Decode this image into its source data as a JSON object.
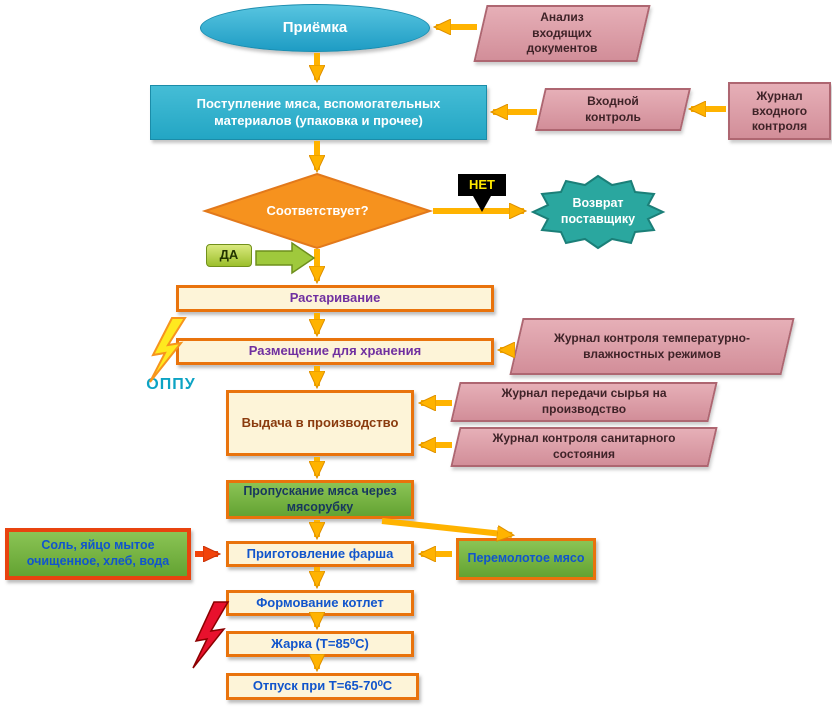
{
  "colors": {
    "accent_orange_border": "#E9730C",
    "arrow_yellow": "#FFB300",
    "arrow_red": "#F2430B",
    "node_cyan": "#23A6C4",
    "node_pink": "#D99BA5",
    "node_green": "#76B041",
    "node_teal_starburst": "#2AA79F",
    "diamond_orange": "#F6921E",
    "cream_box": "#FDF4D8",
    "purple_text": "#7030A0",
    "blue_text": "#1155CC"
  },
  "nodes": {
    "priemka": "Приёмка",
    "postuplenie": "Поступление мяса, вспомогательных материалов (упаковка и прочее)",
    "sootvetstvuet": "Соответствует?",
    "net": "НЕТ",
    "da": "ДА",
    "vozvrat": "Возврат поставщику",
    "rastarivanie": "Растаривание",
    "razmeshchenie": "Размещение для хранения",
    "vydacha": "Выдача в производство",
    "propuskanie": "Пропускание мяса через мясорубку",
    "prigotovlenie": "Приготовление фарша",
    "formovanie": "Формование котлет",
    "zharka": "Жарка (Т=85⁰С)",
    "otpusk": "Отпуск при Т=65-70⁰С",
    "sol": "Соль, яйцо мытое очищенное, хлеб, вода",
    "peremolotoe": "Перемолотое мясо",
    "oppu": "ОППУ"
  },
  "documents": {
    "analiz": "Анализ входящих документов",
    "vkhodnoy_kontrol": "Входной контроль",
    "zhurnal_vkhodnogo_kontrolya": "Журнал входного контроля",
    "zhurnal_temp_vlazhn": "Журнал контроля температурно-влажностных режимов",
    "zhurnal_peredachi": "Журнал передачи сырья на производство",
    "zhurnal_sanitarnogo": "Журнал контроля санитарного состояния"
  }
}
